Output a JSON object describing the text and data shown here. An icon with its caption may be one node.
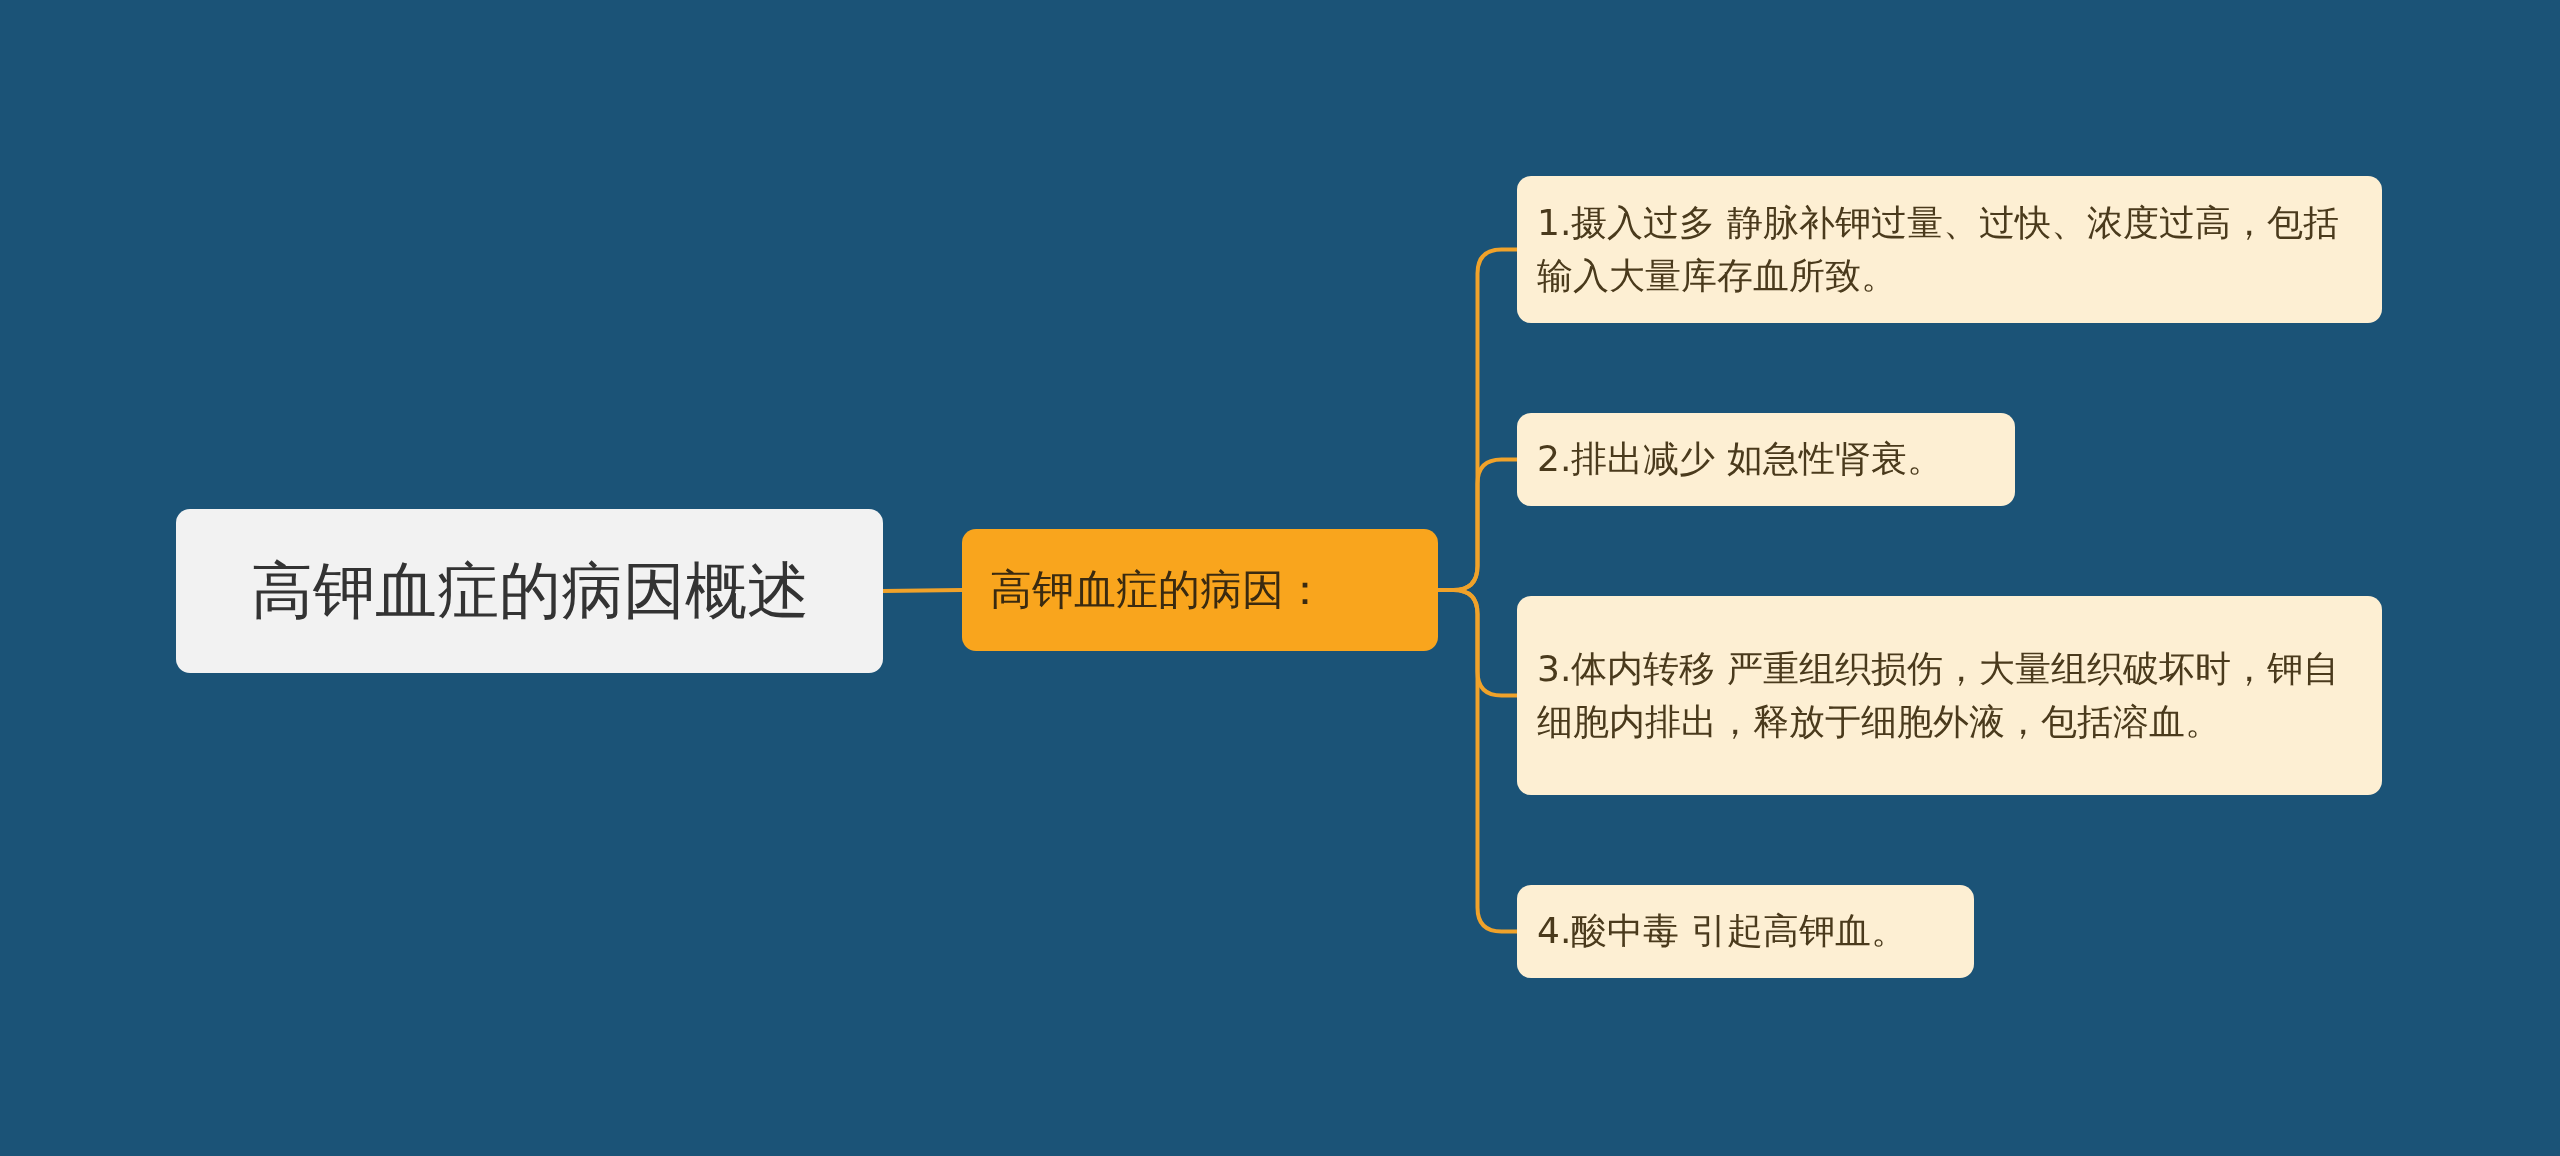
{
  "diagram": {
    "nodes": [
      {
        "text": [
          "高钾血症的病因概述"
        ]
      },
      {
        "text": [
          "高钾血症的病因："
        ]
      },
      {
        "text": [
          "1.摄入过多 静脉补钾过量、过快、浓度过高，包括输入大量库存血所致。"
        ]
      },
      {
        "text": [
          "2.排出减少 如急性肾衰。"
        ]
      },
      {
        "text": [
          "3.体内转移 严重组织损伤，大量组织破坏时，钾自细胞内排出，释放于细胞外液，包括溶血。"
        ]
      },
      {
        "text": [
          "4.酸中毒 引起高钾血。"
        ]
      }
    ],
    "edges": [
      {
        "from": 0,
        "to": 1,
        "arrow": "none"
      },
      {
        "from": 1,
        "to": 2,
        "arrow": "none"
      },
      {
        "from": 1,
        "to": 3,
        "arrow": "none"
      },
      {
        "from": 1,
        "to": 4,
        "arrow": "none"
      },
      {
        "from": 1,
        "to": 5,
        "arrow": "none"
      }
    ]
  }
}
